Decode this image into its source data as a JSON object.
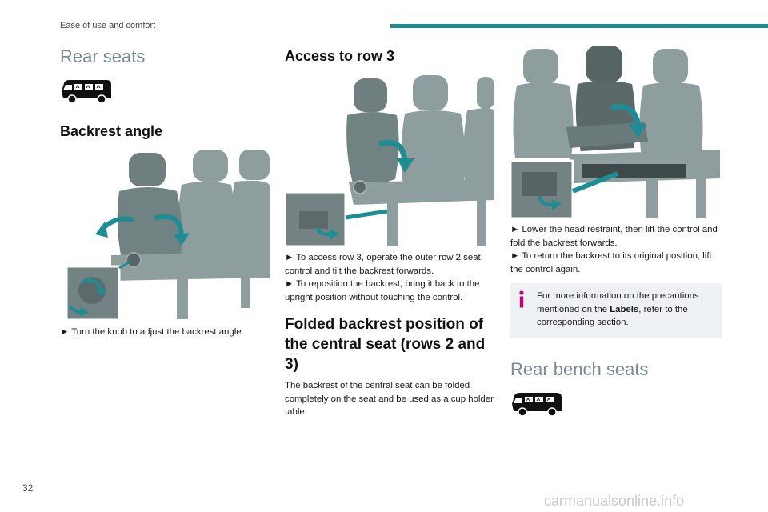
{
  "header": {
    "section": "Ease of use and comfort"
  },
  "col1": {
    "title": "Rear seats",
    "van_icon": "van-icon",
    "subtitle": "Backrest angle",
    "instruction_1": "► Turn the knob to adjust the backrest angle."
  },
  "col2": {
    "title": "Access to row 3",
    "instruction_1": "► To access row 3, operate the outer row 2 seat control and tilt the backrest forwards.",
    "instruction_2": "► To reposition the backrest, bring it back to the upright position without touching the control.",
    "subtitle": "Folded backrest position of the central seat (rows 2 and 3)",
    "paragraph": "The backrest of the central seat can be folded completely on the seat and be used as a cup holder table."
  },
  "col3": {
    "instruction_1": "► Lower the head restraint, then lift the control and fold the backrest forwards.",
    "instruction_2": "► To return the backrest to its original position, lift the control again.",
    "info": {
      "icon": "info-icon",
      "text_before": "For more information on the precautions mentioned on the ",
      "text_bold": "Labels",
      "text_after": ", refer to the corresponding section."
    },
    "title": "Rear bench seats",
    "van_icon": "van-icon"
  },
  "footer": {
    "page_number": "32",
    "watermark": "carmanualsonline.info"
  },
  "colors": {
    "accent": "#1e8c93",
    "title_grey": "#7a8a99",
    "seat_grey": "#8b9a9a",
    "seat_dark": "#566464",
    "info_bg": "#eef2f5"
  }
}
